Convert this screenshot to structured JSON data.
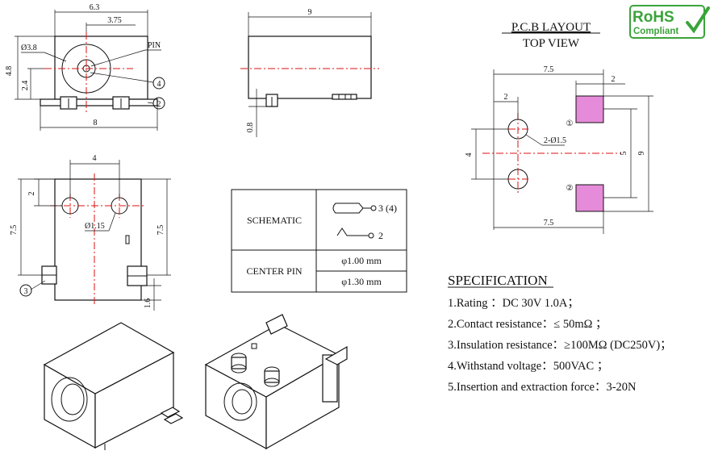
{
  "logo": {
    "line1": "RoHS",
    "line2": "Compliant",
    "color": "#3aa43a"
  },
  "views": {
    "front": {
      "dim_width": "6.3",
      "dim_half": "3.75",
      "dim_height": "4.8",
      "dim_center": "2.4",
      "dim_hole": "Ø3.8",
      "pin_label": "PIN",
      "dim_base": "8",
      "callout_4": "4",
      "callout_2": "2"
    },
    "side": {
      "dim_length": "9",
      "dim_pin": "0.8"
    },
    "bottom": {
      "dim_spacing": "4",
      "dim_offset": "2",
      "dim_left": "7.5",
      "dim_right": "7.5",
      "dim_holes": "Ø1.15",
      "dim_pin_len": "1.6",
      "callout_3": "3"
    }
  },
  "pcb": {
    "title1": "P.C.B LAYOUT",
    "title2": "TOP VIEW",
    "dim_top": "7.5",
    "dim_pad": "2",
    "dim_left": "2",
    "dim_holes": "2-Ø1.5",
    "dim_vert_left": "4",
    "dim_vert_mid": "5",
    "dim_vert_right": "9",
    "dim_bottom": "7.5",
    "pad_label_1": "①",
    "pad_label_2": "②"
  },
  "schematic": {
    "row1_label": "SCHEMATIC",
    "pin_34": "3 (4)",
    "pin_2": "2",
    "row2_label": "CENTER PIN",
    "pin_size_1": "φ1.00 mm",
    "pin_size_2": "φ1.30 mm"
  },
  "spec": {
    "title": "SPECIFICATION",
    "items": [
      "1.Rating ：DC 30V 1.0A；",
      "2.Contact resistance：≤ 50mΩ ；",
      "3.Insulation resistance：≥100MΩ (DC250V)；",
      "4.Withstand voltage：500VAC ；",
      "5.Insertion and extraction force：3-20N"
    ]
  }
}
